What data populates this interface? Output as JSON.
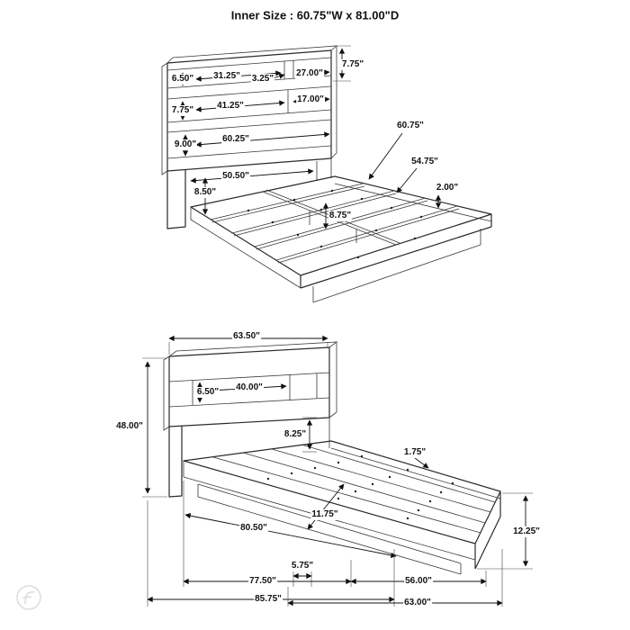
{
  "title": "Inner Size : 60.75\"W x 81.00\"D",
  "top_view": {
    "dims": {
      "headboard_top_depth": "7.75\"",
      "cubby1_height": "6.50\"",
      "cubby1_width": "31.25\"",
      "divider_width": "3.25\"",
      "cubby1_right_width": "27.00\"",
      "cubby2_width": "41.25\"",
      "cubby2_right_width": "17.00\"",
      "cubby2_height": "7.75\"",
      "cubby3_width": "60.25\"",
      "cubby3_height": "9.00\"",
      "leg_span": "50.50\"",
      "leg_height": "8.50\"",
      "inner_width": "60.75\"",
      "slat_length": "54.75\"",
      "rail_lip": "2.00\"",
      "center_rail_height": "8.75\""
    }
  },
  "side_view": {
    "dims": {
      "headboard_width": "63.50\"",
      "headboard_height": "48.00\"",
      "shelf_height": "6.50\"",
      "shelf_width": "40.00\"",
      "deck_to_shelf": "8.25\"",
      "slat_thickness": "1.75\"",
      "deck_length": "80.50\"",
      "slat_spacing": "11.75\"",
      "foot_height": "12.25\"",
      "base_inset": "5.75\"",
      "base_length": "77.50\"",
      "foot_section_length": "56.00\"",
      "total_depth": "85.75\"",
      "platform_length": "63.00\""
    }
  }
}
